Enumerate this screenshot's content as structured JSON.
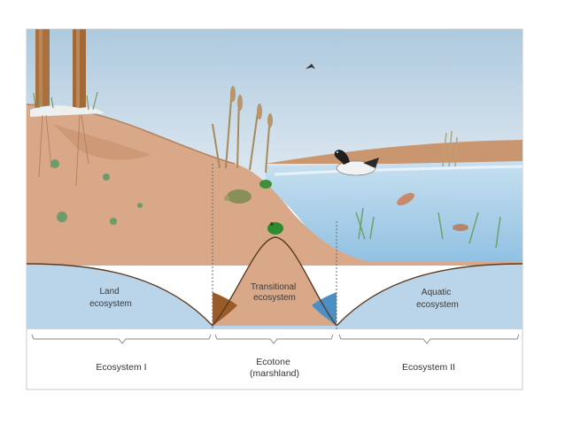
{
  "diagram": {
    "zones": [
      {
        "id": "land",
        "label_lines": [
          "Land",
          "ecosystem"
        ]
      },
      {
        "id": "transition",
        "label_lines": [
          "Transitional",
          "ecosystem"
        ]
      },
      {
        "id": "aquatic",
        "label_lines": [
          "Aquatic",
          "ecosystem"
        ]
      }
    ],
    "captions": {
      "left": "Ecosystem I",
      "middle_lines": [
        "Ecotone",
        "(marshland)"
      ],
      "right": "Ecosystem II"
    }
  },
  "colors": {
    "sky": "#cfe0ec",
    "soil": "#d7a584",
    "water": "#a9cde6",
    "zone_blue": "#b9d4ea",
    "brown_wedge": "#9a5a2a",
    "blue_wedge": "#4c8fc4"
  },
  "icons": [
    "tree-trunk-icon",
    "reed-icon",
    "duck-icon",
    "frog-icon",
    "turtle-icon",
    "fish-icon",
    "bird-icon",
    "plant-icon"
  ]
}
